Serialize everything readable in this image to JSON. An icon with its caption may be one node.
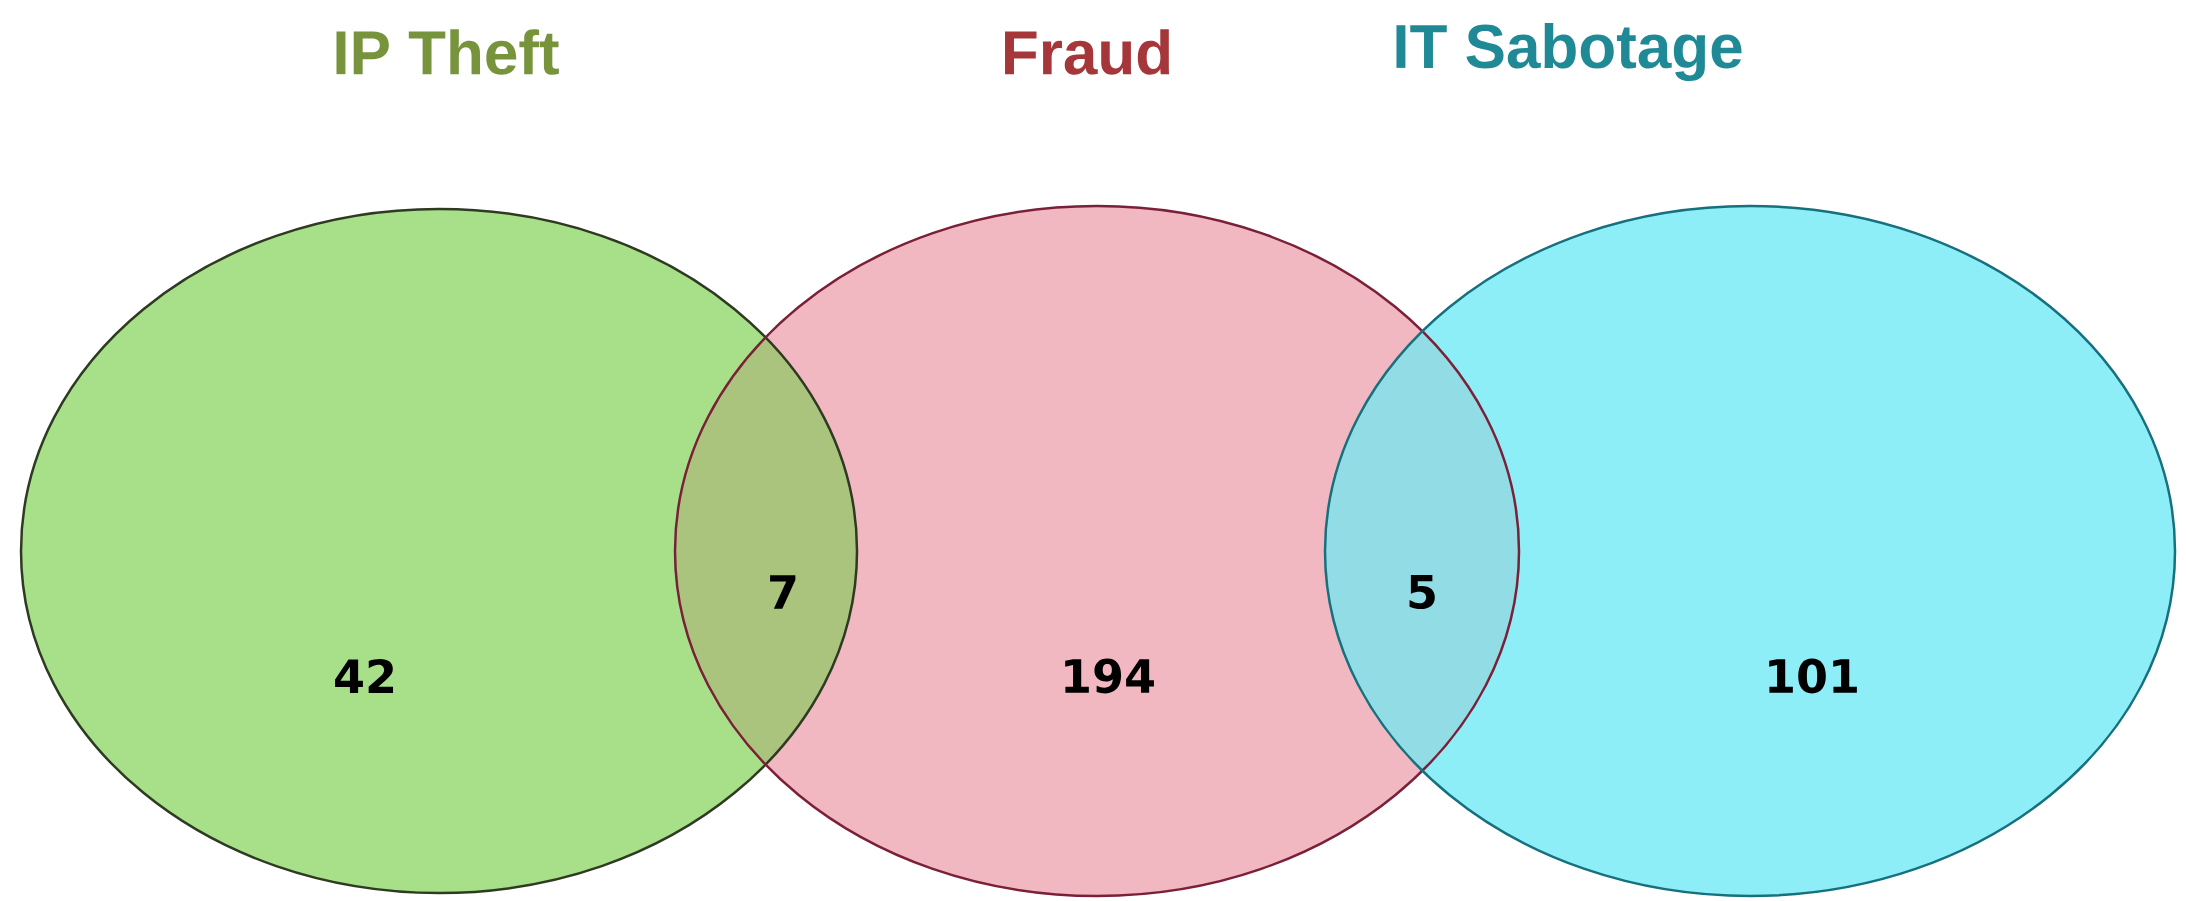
{
  "diagram": {
    "nodes": [
      {
        "text": [
          "IP Theft",
          "42"
        ]
      },
      {
        "text": [
          "Fraud",
          "194"
        ]
      },
      {
        "text": [
          "IT Sabotage",
          "101"
        ]
      }
    ],
    "labels": [
      "7",
      "5"
    ]
  }
}
